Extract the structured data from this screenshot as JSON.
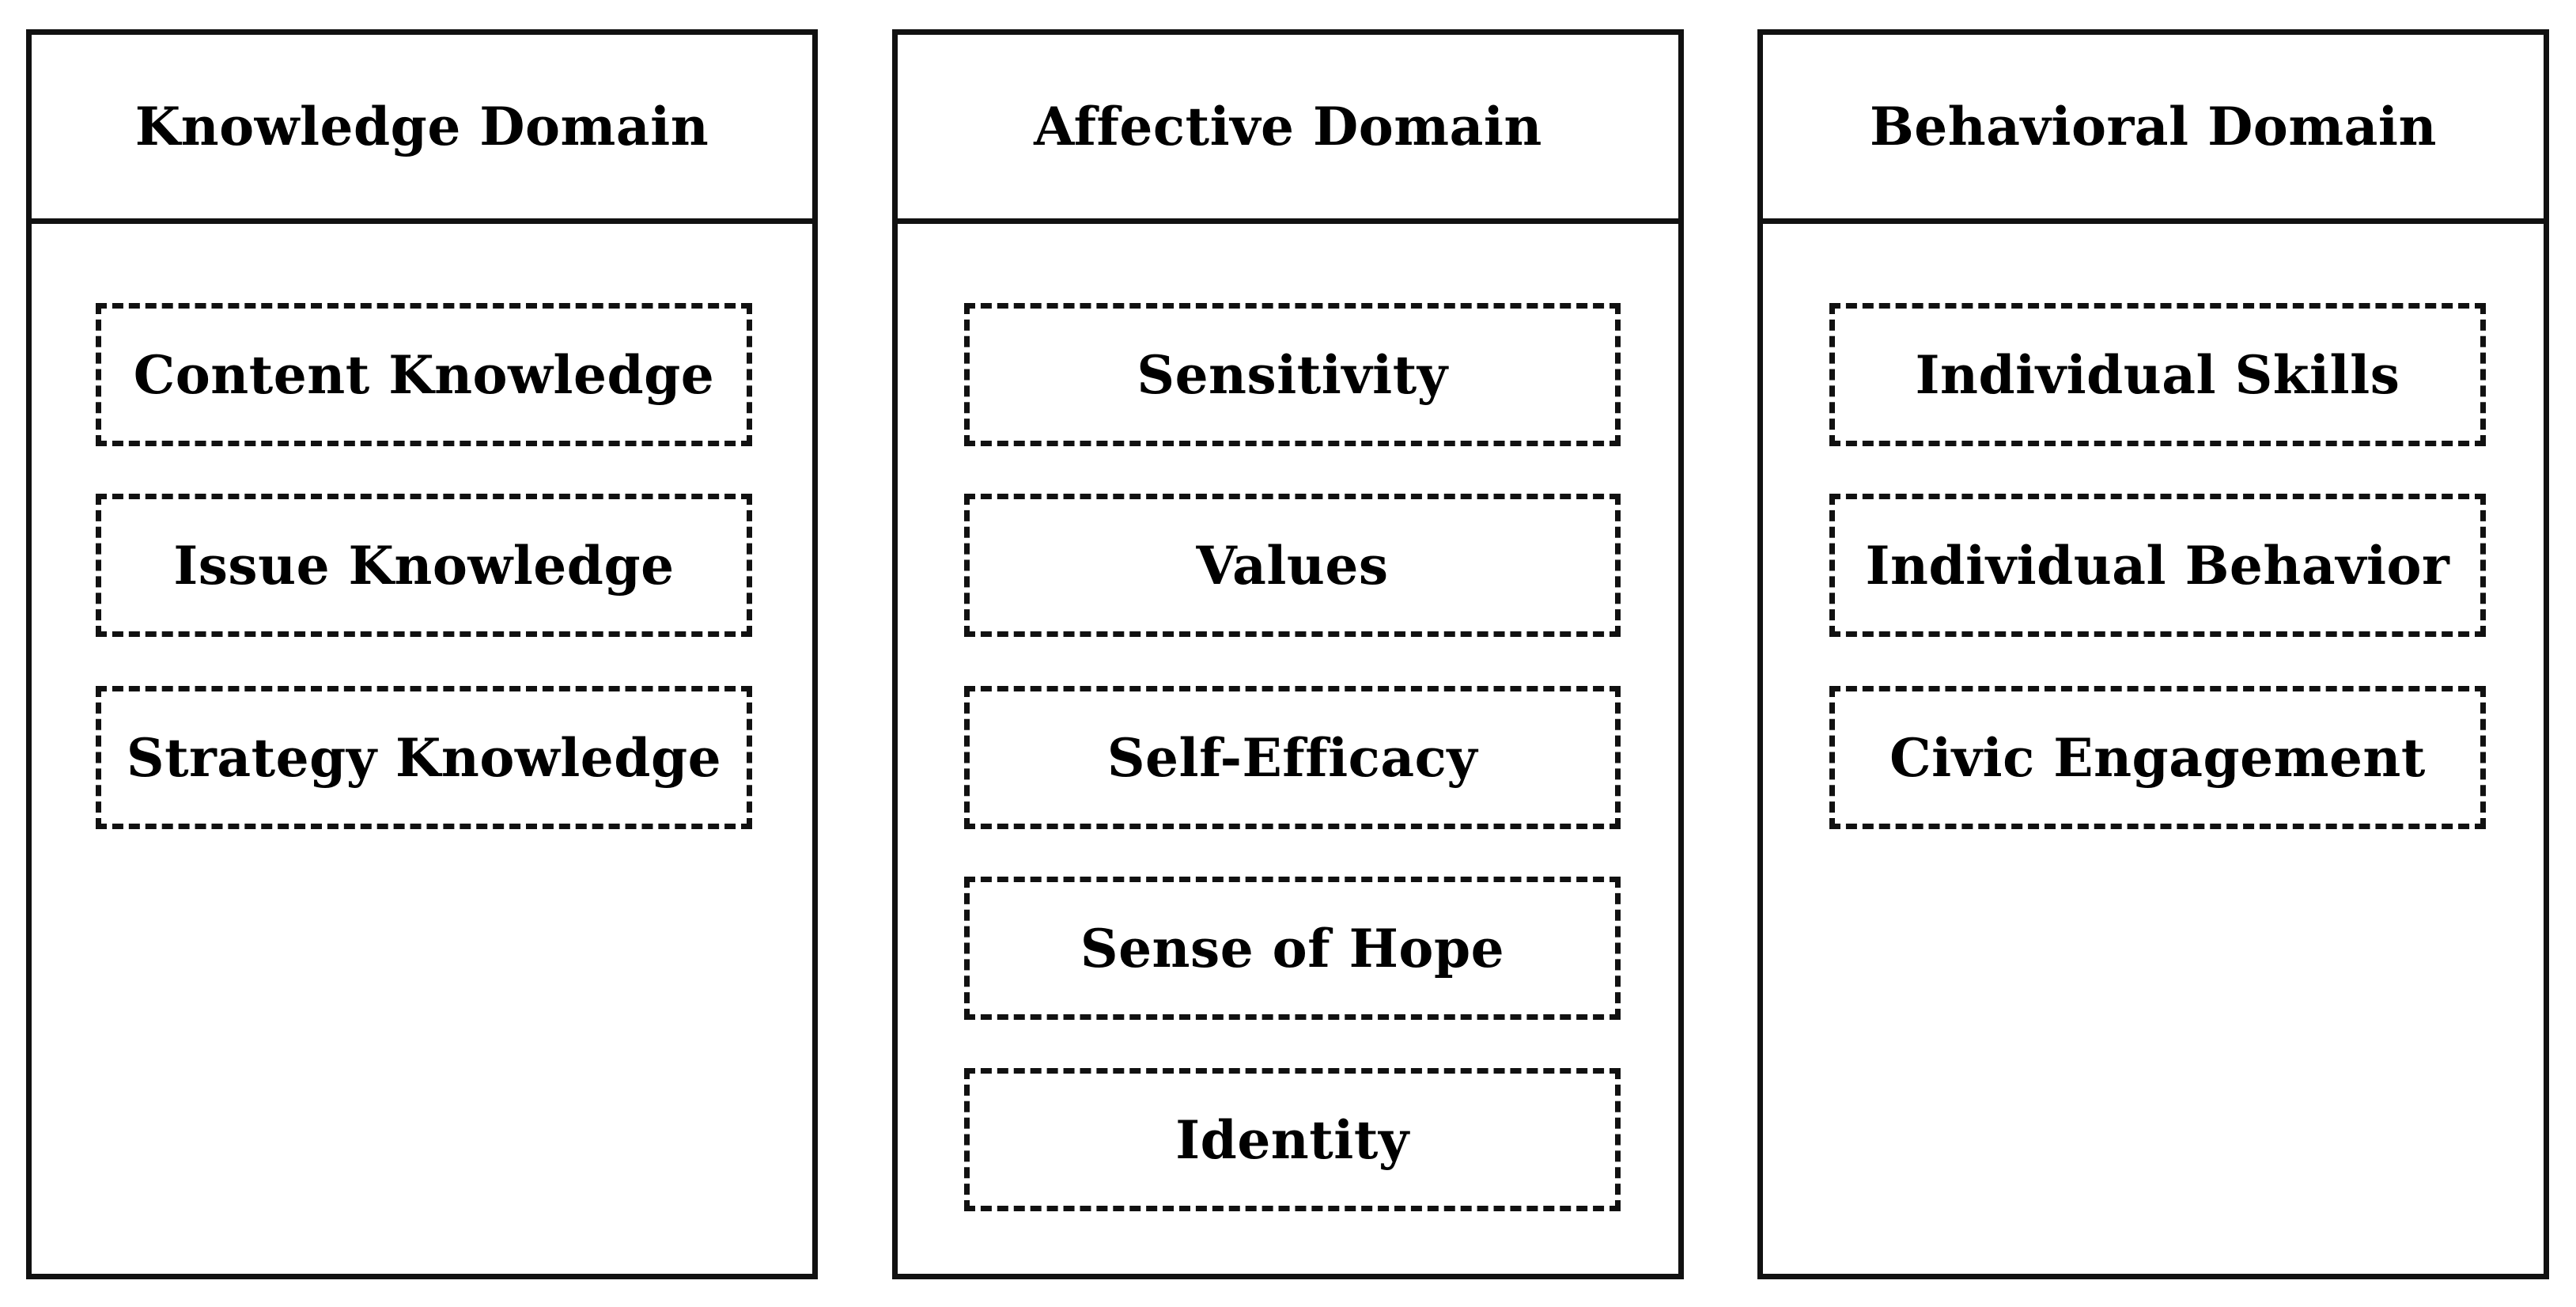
{
  "colors": {
    "border": "#111111",
    "text": "#000000",
    "background": "#ffffff"
  },
  "domains": [
    {
      "title": "Knowledge Domain",
      "items": [
        "Content Knowledge",
        "Issue Knowledge",
        "Strategy Knowledge"
      ]
    },
    {
      "title": "Affective Domain",
      "items": [
        "Sensitivity",
        "Values",
        "Self-Efficacy",
        "Sense of Hope",
        "Identity"
      ]
    },
    {
      "title": "Behavioral Domain",
      "items": [
        "Individual Skills",
        "Individual Behavior",
        "Civic Engagement"
      ]
    }
  ]
}
